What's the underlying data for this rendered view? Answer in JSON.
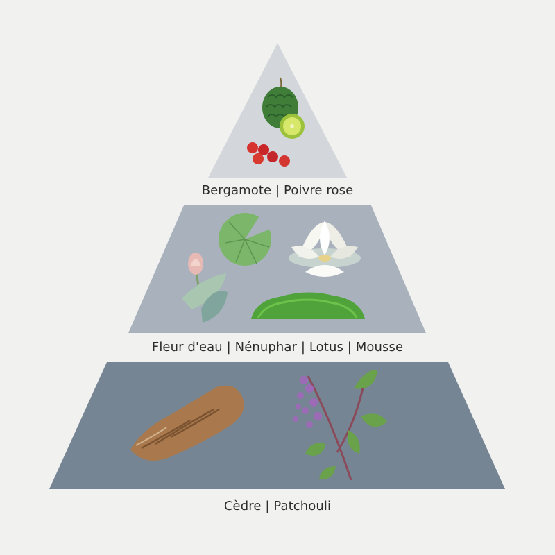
{
  "tiers": {
    "top": {
      "label": "Bergamote | Poivre rose",
      "color": "#d3d7db"
    },
    "middle": {
      "label": "Fleur d'eau | Nénuphar | Lotus | Mousse",
      "color": "#a9b2bc"
    },
    "base": {
      "label": "Cèdre | Patchouli",
      "color": "#768593"
    }
  },
  "illustrations": {
    "top": [
      "bergamot-icon",
      "pink-peppercorn-icon"
    ],
    "middle": [
      "lotus-bud-icon",
      "water-lily-pad-icon",
      "water-lily-flower-icon",
      "moss-icon"
    ],
    "base": [
      "cedar-bark-icon",
      "patchouli-sprig-icon"
    ]
  }
}
